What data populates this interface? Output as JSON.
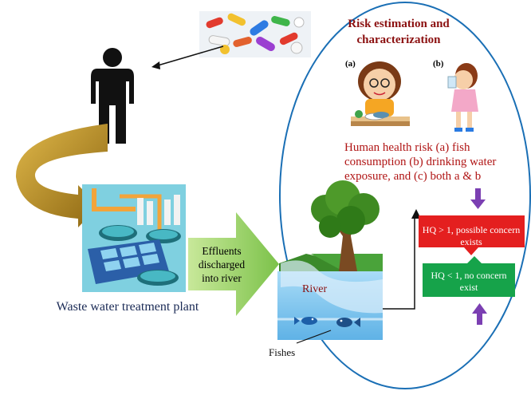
{
  "risk_panel": {
    "title": "Risk estimation and characterization",
    "label_a": "(a)",
    "label_b": "(b)",
    "human_health_risk": "Human health risk (a) fish consumption (b) drinking water exposure, and (c) both a & b",
    "hq_high": "HQ > 1, possible concern exists",
    "hq_low": "HQ < 1, no concern exist"
  },
  "effluent_label": "Effluents discharged into river",
  "river_label": "River",
  "wwtp_label": "Waste water treatment plant",
  "fishes_label": "Fishes",
  "colors": {
    "ellipse_border": "#1a6fb5",
    "title_red": "#8b1010",
    "risk_text_red": "#b01515",
    "hq_high_bg": "#e41f1f",
    "hq_low_bg": "#16a34a",
    "arrow_purple": "#7b3fb2",
    "effluent_green": "#a6d66a",
    "curved_arrow_gold": "#b88a16",
    "river_blue": "#7fc4ee"
  },
  "icons": [
    "pills-icon",
    "person-icon",
    "treatment-plant-icon",
    "tree-icon",
    "child-eating-icon",
    "child-drinking-icon",
    "fish-icon"
  ]
}
